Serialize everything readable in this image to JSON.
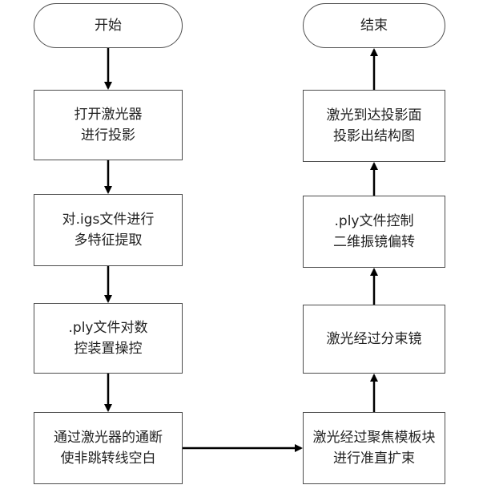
{
  "nodes": {
    "start": "开始",
    "left_1": [
      "打开激光器",
      "进行投影"
    ],
    "left_2": [
      "对.igs文件进行",
      "多特征提取"
    ],
    "left_3": [
      ".ply文件对数",
      "控装置操控"
    ],
    "left_4": [
      "通过激光器的通断",
      "使非跳转线空白"
    ],
    "right_4": [
      "激光经过聚焦模板块",
      "进行准直扩束"
    ],
    "right_3": "激光经过分束镜",
    "right_2": [
      ".ply文件控制",
      "二维振镜偏转"
    ],
    "right_1": [
      "激光到达投影面",
      "投影出结构图"
    ],
    "end": "结束"
  },
  "colors": {
    "border": "#4d4d4d",
    "arrow": "#000000",
    "text": "#222222"
  }
}
